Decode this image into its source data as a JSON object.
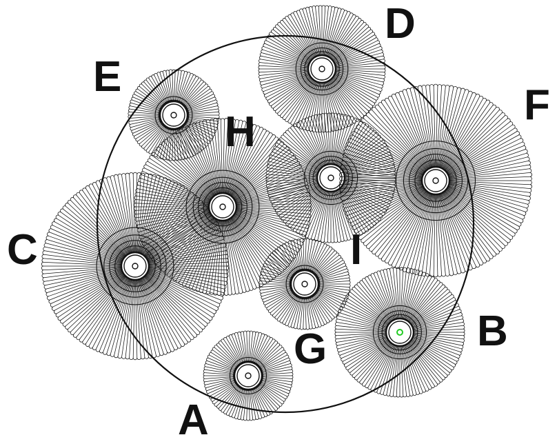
{
  "colors": {
    "stroke": "#111111",
    "background": "#ffffff",
    "highlight": "#22cc22"
  },
  "boundary": {
    "name": "boundary-circle"
  },
  "gears": [
    {
      "id": "A",
      "label": "A"
    },
    {
      "id": "B",
      "label": "B",
      "highlighted": true
    },
    {
      "id": "C",
      "label": "C"
    },
    {
      "id": "D",
      "label": "D"
    },
    {
      "id": "E",
      "label": "E"
    },
    {
      "id": "F",
      "label": "F"
    },
    {
      "id": "G",
      "label": "G"
    },
    {
      "id": "H",
      "label": "H"
    },
    {
      "id": "I",
      "label": "I"
    }
  ]
}
